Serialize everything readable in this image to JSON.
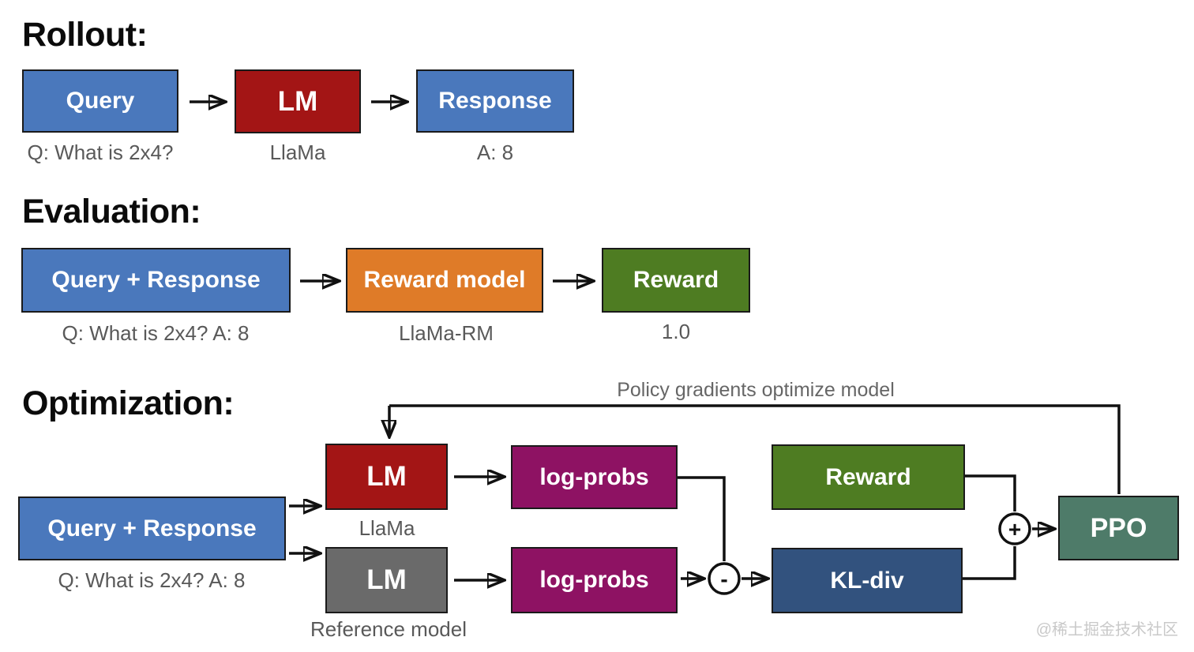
{
  "colors": {
    "blue": "#4a78bc",
    "red": "#a31515",
    "orange": "#df7b28",
    "green": "#4e7c22",
    "purple": "#8e1263",
    "gray": "#6a6a6a",
    "navy": "#32527e",
    "teal": "#4e7b69"
  },
  "rollout": {
    "heading": "Rollout:",
    "query": {
      "label": "Query",
      "caption": "Q: What is 2x4?"
    },
    "lm": {
      "label": "LM",
      "caption": "LlaMa"
    },
    "response": {
      "label": "Response",
      "caption": "A: 8"
    }
  },
  "evaluation": {
    "heading": "Evaluation:",
    "query_response": {
      "label": "Query + Response",
      "caption": "Q: What is 2x4? A: 8"
    },
    "reward_model": {
      "label": "Reward model",
      "caption": "LlaMa-RM"
    },
    "reward": {
      "label": "Reward",
      "caption": "1.0"
    }
  },
  "optimization": {
    "heading": "Optimization:",
    "feedback_label": "Policy gradients optimize model",
    "query_response": {
      "label": "Query + Response",
      "caption": "Q: What is 2x4? A: 8"
    },
    "lm_active": {
      "label": "LM",
      "caption": "LlaMa"
    },
    "lm_reference": {
      "label": "LM",
      "caption": "Reference model"
    },
    "logprobs_active": {
      "label": "log-probs"
    },
    "logprobs_reference": {
      "label": "log-probs"
    },
    "reward": {
      "label": "Reward"
    },
    "kl_div": {
      "label": "KL-div"
    },
    "ppo": {
      "label": "PPO"
    },
    "minus_operator": "-",
    "plus_operator": "+"
  },
  "watermark": "@稀土掘金技术社区"
}
